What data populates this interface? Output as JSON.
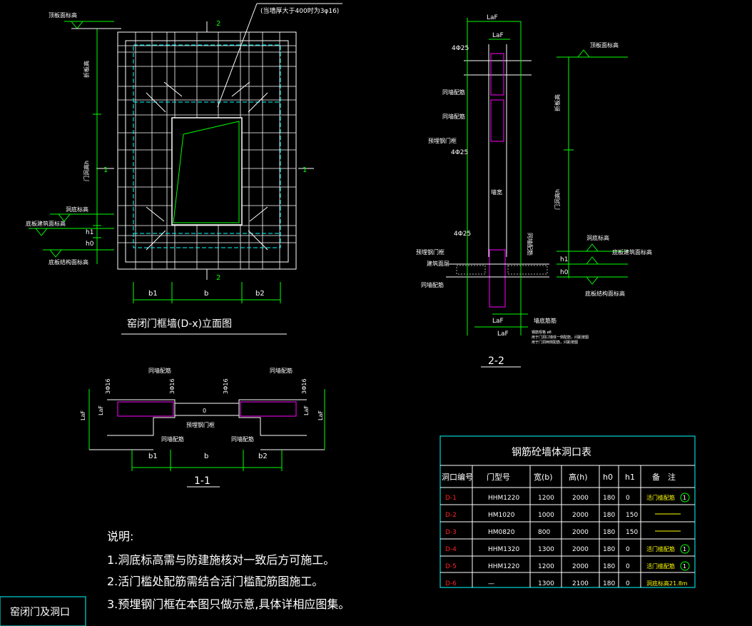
{
  "colors": {
    "background": "#000000",
    "lines": "#ffffff",
    "dimension": "#00ff00",
    "accent": "#ff00ff",
    "dashed": "#00ffff",
    "label": "#ffff00",
    "id": "#ff2020"
  },
  "elevation": {
    "title": "窑闭门框墙(D-x)立面图",
    "note": "(当墙厚大于400时为3φ16)",
    "mark_top": "2",
    "mark_bottom": "2",
    "mark_left": "1",
    "mark_right": "1",
    "labels": {
      "top_level": "顶板面标高",
      "hole_bottom": "洞底标高",
      "floor_finish": "底板建筑面标高",
      "struct_level": "底板结构面标高",
      "slab_h": "折板高",
      "door_h": "门洞高h",
      "h1": "h1",
      "h0": "h0"
    },
    "dims": [
      "b1",
      "b",
      "b2"
    ]
  },
  "section22": {
    "title": "2-2",
    "laf_top": "LaF",
    "laf_mid": "LaF",
    "laf_bot1": "LaF",
    "laf_bot2": "LaF",
    "bars_top": "4Φ25",
    "bars_mid": "4Φ25",
    "bars_bot": "4Φ25",
    "labels": {
      "wall_rebar1": "同墙配筋",
      "wall_rebar2": "同墙配筋",
      "door_frame": "预埋钢门框",
      "wall_thk": "墙宽",
      "top_level": "顶板面标高",
      "slab_h": "折板高",
      "door_h": "门洞高h",
      "hole_bottom": "洞底标高",
      "floor_finish": "底板建筑面标高",
      "h1": "h1",
      "h0": "h0",
      "struct_level": "底板结构面标高",
      "frame2": "预埋钢门框",
      "layer": "建筑面层",
      "wall_rebar3": "同墙配筋",
      "right_rebar": "同墙配筋",
      "bottom_bar": "墙底筋筋"
    },
    "notes": [
      "钢筋规格 ø8",
      "用于门洞口墙体一侧配筋，间距按图",
      "用于门洞两侧配筋，间距按图"
    ]
  },
  "section11": {
    "title": "1-1",
    "labels": {
      "rebar_left": "同墙配筋",
      "rebar_right": "同墙配筋",
      "frame": "预埋钢门框",
      "rebar_bl": "同墙配筋",
      "rebar_br": "同墙配筋",
      "bar_l": "3Φ16",
      "bar_ml": "3Φ16",
      "bar_mr": "3Φ16",
      "bar_r": "3Φ16",
      "laf_l1": "LaF",
      "laf_l2": "LaF",
      "laf_r1": "LaF",
      "laf_r2": "LaF",
      "zero": "0"
    },
    "dims": [
      "b1",
      "b",
      "b2"
    ]
  },
  "notes": {
    "heading": "说明:",
    "items": [
      "1.洞底标高需与防建施核对一致后方可施工。",
      "2.活门槛处配筋需结合活门槛配筋图施工。",
      "3.预埋钢门框在本图只做示意,具体详相应图集。"
    ]
  },
  "table": {
    "title": "钢筋砼墙体洞口表",
    "headers": [
      "洞口编号",
      "门型号",
      "宽(b)",
      "高(h)",
      "h0",
      "h1",
      "备　注"
    ],
    "rows": [
      {
        "id": "D-1",
        "type": "HHM1220",
        "b": "1200",
        "h": "2000",
        "h0": "180",
        "h1": "0",
        "note": "活门槛配筋",
        "circle": "1"
      },
      {
        "id": "D-2",
        "type": "HM1020",
        "b": "1000",
        "h": "2000",
        "h0": "180",
        "h1": "150",
        "note": "",
        "circle": ""
      },
      {
        "id": "D-3",
        "type": "HM0820",
        "b": "800",
        "h": "2000",
        "h0": "180",
        "h1": "150",
        "note": "",
        "circle": ""
      },
      {
        "id": "D-4",
        "type": "HHM1320",
        "b": "1300",
        "h": "2000",
        "h0": "180",
        "h1": "0",
        "note": "活门槛配筋",
        "circle": "1"
      },
      {
        "id": "D-5",
        "type": "HHM1220",
        "b": "1200",
        "h": "2000",
        "h0": "180",
        "h1": "0",
        "note": "活门槛配筋",
        "circle": "1"
      },
      {
        "id": "D-6",
        "type": "—",
        "b": "1300",
        "h": "2100",
        "h0": "180",
        "h1": "0",
        "note": "洞底标高21.8m",
        "circle": ""
      }
    ]
  },
  "corner_label": "窑闭门及洞口"
}
